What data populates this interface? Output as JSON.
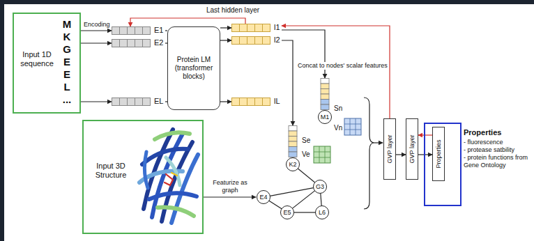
{
  "diagram": {
    "nodes": [
      {
        "text": [
          "Input 1D sequence",
          "M",
          "K",
          "G",
          "E",
          "E",
          "L",
          "..."
        ]
      },
      {
        "text": [
          "E1"
        ]
      },
      {
        "text": [
          "E2"
        ]
      },
      {
        "text": [
          "EL"
        ]
      },
      {
        "text": [
          "Protein LM (transformer blocks)"
        ]
      },
      {
        "text": [
          "l1"
        ]
      },
      {
        "text": [
          "l2"
        ]
      },
      {
        "text": [
          "lL"
        ]
      },
      {
        "text": [
          "Input 3D Structure"
        ]
      },
      {
        "text": [
          "M1"
        ]
      },
      {
        "text": [
          "K2"
        ]
      },
      {
        "text": [
          "G3"
        ]
      },
      {
        "text": [
          "E4"
        ]
      },
      {
        "text": [
          "E5"
        ]
      },
      {
        "text": [
          "L6"
        ]
      },
      {
        "text": [
          "GVP layer"
        ]
      },
      {
        "text": [
          "GVP layer"
        ]
      },
      {
        "text": [
          "Properties",
          "- fluorescence",
          "- protease satbility",
          "- protein functions from Gene Ontology"
        ]
      },
      {
        "text": [
          "Properties"
        ],
        "in": 17
      }
    ],
    "edges": [
      {
        "from": 0,
        "to": 1,
        "arrow": "to",
        "label": "Encoding"
      },
      {
        "from": 0,
        "to": 2,
        "arrow": "to"
      },
      {
        "from": 0,
        "to": 3,
        "arrow": "to"
      },
      {
        "from": 1,
        "to": 4,
        "arrow": "none"
      },
      {
        "from": 2,
        "to": 4,
        "arrow": "none"
      },
      {
        "from": 3,
        "to": 4,
        "arrow": "none"
      },
      {
        "from": 4,
        "to": 5,
        "arrow": "to"
      },
      {
        "from": 4,
        "to": 6,
        "arrow": "to"
      },
      {
        "from": 4,
        "to": 7,
        "arrow": "to"
      },
      {
        "from": 5,
        "to": 1,
        "arrow": "to"
      },
      {
        "from": 5,
        "to": 9,
        "arrow": "to"
      },
      {
        "from": 6,
        "to": 10,
        "arrow": "to",
        "label": "Concat to nodes' scalar features"
      },
      {
        "from": 8,
        "to": 12,
        "arrow": "to",
        "label": "Featurize as graph"
      },
      {
        "from": 10,
        "to": 11,
        "arrow": "none"
      },
      {
        "from": 11,
        "to": 12,
        "arrow": "none"
      },
      {
        "from": 11,
        "to": 13,
        "arrow": "none"
      },
      {
        "from": 11,
        "to": 14,
        "arrow": "none"
      },
      {
        "from": 12,
        "to": 13,
        "arrow": "none"
      },
      {
        "from": 13,
        "to": 14,
        "arrow": "none"
      },
      {
        "from": 15,
        "to": 5,
        "arrow": "to"
      },
      {
        "from": 15,
        "to": 16,
        "arrow": "to"
      },
      {
        "from": 16,
        "to": 18,
        "arrow": "to"
      },
      {
        "from": 18,
        "to": 16,
        "arrow": "to"
      }
    ],
    "labels": [
      "Last hidden layer",
      "Sn",
      "Vn",
      "Se",
      "Ve"
    ]
  }
}
